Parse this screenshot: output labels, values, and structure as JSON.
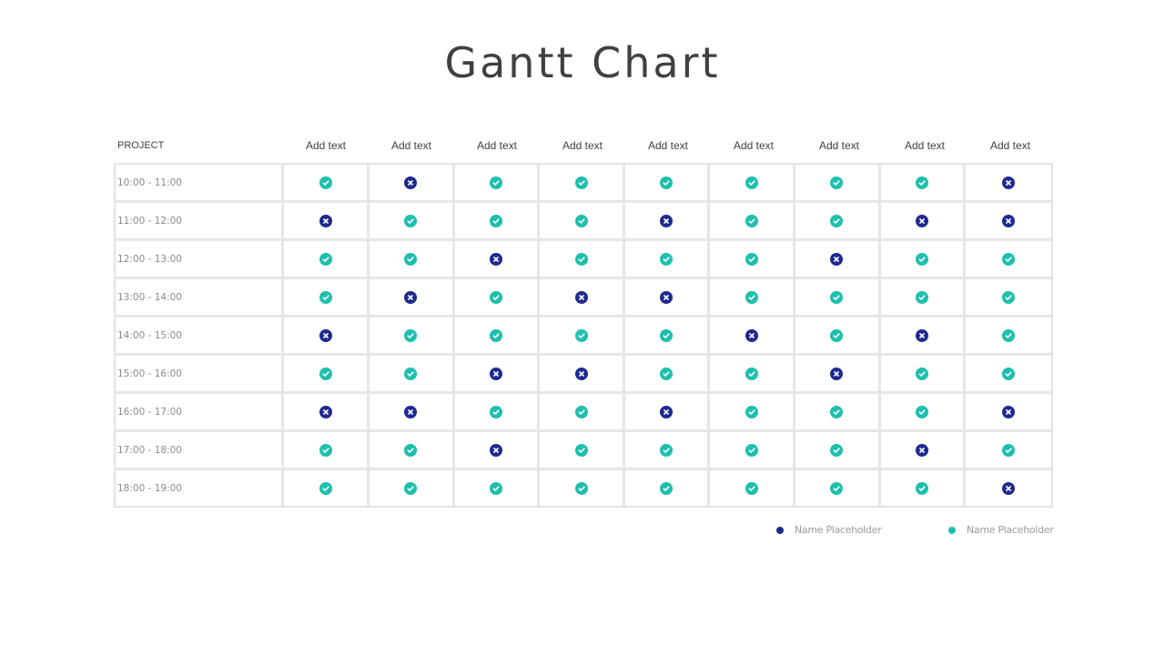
{
  "title": "Gantt Chart",
  "colors": {
    "yes": "#1fbfae",
    "no": "#1f2a8f",
    "grid_border": "#e6e6e6",
    "title_text": "#404040"
  },
  "icons": {
    "yes": "check-circle-icon",
    "no": "x-circle-icon"
  },
  "table": {
    "header_first": "PROJECT",
    "columns": [
      "Add text",
      "Add text",
      "Add text",
      "Add text",
      "Add text",
      "Add text",
      "Add text",
      "Add text",
      "Add text"
    ]
  },
  "legend": [
    {
      "label": "Name Placeholder",
      "color": "#1f2a8f",
      "status": "no"
    },
    {
      "label": "Name Placeholder",
      "color": "#1fbfae",
      "status": "yes"
    }
  ],
  "chart_data": {
    "type": "table",
    "title": "Gantt Chart",
    "row_header": "PROJECT",
    "columns": [
      "Add text",
      "Add text",
      "Add text",
      "Add text",
      "Add text",
      "Add text",
      "Add text",
      "Add text",
      "Add text"
    ],
    "legend": [
      {
        "label": "Name Placeholder",
        "color": "#1f2a8f",
        "marker": "x-circle"
      },
      {
        "label": "Name Placeholder",
        "color": "#1fbfae",
        "marker": "check-circle"
      }
    ],
    "rows": [
      {
        "label": "10:00 - 11:00",
        "values": [
          "yes",
          "no",
          "yes",
          "yes",
          "yes",
          "yes",
          "yes",
          "yes",
          "no"
        ]
      },
      {
        "label": "11:00 - 12:00",
        "values": [
          "no",
          "yes",
          "yes",
          "yes",
          "no",
          "yes",
          "yes",
          "no",
          "no"
        ]
      },
      {
        "label": "12:00 - 13:00",
        "values": [
          "yes",
          "yes",
          "no",
          "yes",
          "yes",
          "yes",
          "no",
          "yes",
          "yes"
        ]
      },
      {
        "label": "13:00 - 14:00",
        "values": [
          "yes",
          "no",
          "yes",
          "no",
          "no",
          "yes",
          "yes",
          "yes",
          "yes"
        ]
      },
      {
        "label": "14:00 - 15:00",
        "values": [
          "no",
          "yes",
          "yes",
          "yes",
          "yes",
          "no",
          "yes",
          "no",
          "yes"
        ]
      },
      {
        "label": "15:00 - 16:00",
        "values": [
          "yes",
          "yes",
          "no",
          "no",
          "yes",
          "yes",
          "no",
          "yes",
          "yes"
        ]
      },
      {
        "label": "16:00 - 17:00",
        "values": [
          "no",
          "no",
          "yes",
          "yes",
          "no",
          "yes",
          "yes",
          "yes",
          "no"
        ]
      },
      {
        "label": "17:00 - 18:00",
        "values": [
          "yes",
          "yes",
          "no",
          "yes",
          "yes",
          "yes",
          "yes",
          "no",
          "yes"
        ]
      },
      {
        "label": "18:00 - 19:00",
        "values": [
          "yes",
          "yes",
          "yes",
          "yes",
          "yes",
          "yes",
          "yes",
          "yes",
          "no"
        ]
      }
    ]
  }
}
